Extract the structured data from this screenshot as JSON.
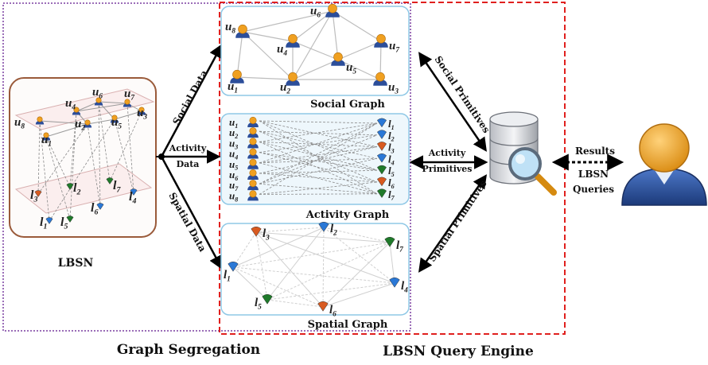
{
  "lbsn": {
    "label": "LBSN",
    "users": [
      "u",
      "u",
      "u",
      "u",
      "u",
      "u",
      "u",
      "u"
    ],
    "user_subs": [
      "8",
      "4",
      "6",
      "2",
      "7",
      "5",
      "3",
      "1"
    ],
    "locations": [
      "l",
      "l",
      "l",
      "l",
      "l",
      "l",
      "l"
    ],
    "location_subs": [
      "3",
      "2",
      "7",
      "4",
      "1",
      "5",
      "6"
    ]
  },
  "flows": {
    "social": "Social Data",
    "activity_1": "Activity",
    "activity_2": "Data",
    "spatial": "Spatial Data"
  },
  "graphs": {
    "social": {
      "title": "Social Graph",
      "node_letter": "u",
      "subs": [
        "6",
        "8",
        "4",
        "7",
        "5",
        "1",
        "2",
        "3"
      ]
    },
    "activity": {
      "title": "Activity Graph",
      "user_letter": "u",
      "loc_letter": "l",
      "user_subs": [
        "1",
        "2",
        "3",
        "4",
        "5",
        "6",
        "7",
        "8"
      ],
      "loc_subs": [
        "1",
        "2",
        "3",
        "4",
        "5",
        "6",
        "7"
      ]
    },
    "spatial": {
      "title": "Spatial Graph",
      "node_letter": "l",
      "subs": [
        "3",
        "2",
        "7",
        "1",
        "4",
        "5",
        "6"
      ]
    }
  },
  "primitives": {
    "social": "Social Primitives",
    "activity_1": "Activity",
    "activity_2": "Primitives",
    "spatial": "Spatial Primitives"
  },
  "user_side": {
    "results": "Results",
    "queries_1": "LBSN",
    "queries_2": "Queries"
  },
  "sections": {
    "left": "Graph Segregation",
    "right": "LBSN Query Engine"
  },
  "colors": {
    "engine_border": "#e0201e",
    "segregation_border": "#7a3fa0",
    "panel_border": "#8fc8e6",
    "lbsn_border": "#9a5a3a",
    "user_head": "#f0a020",
    "user_body": "#2c4e9a",
    "loc_blue": "#2a78d6",
    "loc_orange": "#d85a20",
    "loc_green": "#1f7a2a"
  }
}
